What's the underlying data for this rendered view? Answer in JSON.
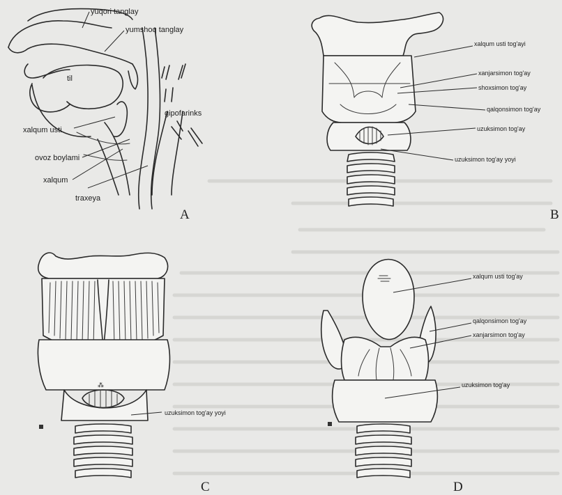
{
  "panels": [
    {
      "letter": "A",
      "labels": {
        "yuqori_tanglay": "yuqori tanglay",
        "yumshoq_tanglay": "yumshoq tanglay",
        "til": "til",
        "gipofarinks": "gipofarinks",
        "xalqum_usti": "xalqum usti",
        "ovoz_boylami": "ovoz boylami",
        "xalqum": "xalqum",
        "traxeya": "traxeya"
      }
    },
    {
      "letter": "B",
      "labels": {
        "xalqum_usti_togay": "xalqum usti tog'ayi",
        "xanjarsimon_togay": "xanjarsimon tog'ay",
        "shoxsimon_togay": "shoxsimon tog'ay",
        "qalqonsimon_togay": "qalqonsimon tog'ay",
        "uzuksimon_togay": "uzuksimon tog'ay",
        "uzuksimon_togay_yoyi": "uzuksimon tog'ay yoyi"
      }
    },
    {
      "letter": "C",
      "labels": {
        "uzuksimon_togay_yoyi": "uzuksimon tog'ay yoyi"
      }
    },
    {
      "letter": "D",
      "labels": {
        "xalqum_usti_togay": "xalqum usti tog'ay",
        "qalqonsimon_togay": "qalqonsimon tog'ay",
        "xanjarsimon_togay": "xanjarsimon tog'ay",
        "uzuksimon_togay": "uzuksimon tog'ay"
      }
    }
  ],
  "colors": {
    "background": "#e9e9e7",
    "ink": "#2a2a2a"
  }
}
